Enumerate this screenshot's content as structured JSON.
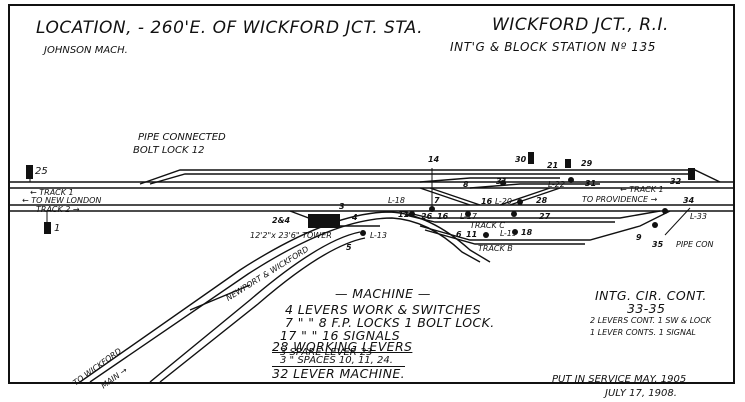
{
  "header": {
    "location": "LOCATION, - 260'E. OF WICKFORD JCT. STA.",
    "machine_maker": "JOHNSON MACH.",
    "station": "WICKFORD JCT., R.I.",
    "station_type": "INT'G & BLOCK STATION Nº 135"
  },
  "track_labels": {
    "pipe_connected": "PIPE CONNECTED",
    "bolt_lock": "BOLT LOCK 12",
    "track1_left": "← TRACK 1",
    "to_new_london": "← TO NEW LONDON",
    "track2_left": "TRACK 2 →",
    "track1_right": "← TRACK 1",
    "to_providence": "TO PROVIDENCE →",
    "tower": "12'2\"x 23'6\" TOWER",
    "track_c": "TRACK C",
    "track_b": "TRACK B",
    "newport": "NEWPORT & WICKFORD",
    "to_wickford": "TO WICKFORD",
    "main": "MAIN →",
    "pipe_con": "PIPE CON"
  },
  "signal_numbers": {
    "s25": "25",
    "s1": "1",
    "s3": "3",
    "s4": "4",
    "s5": "5",
    "s2_4": "2&4",
    "s14": "14",
    "s30": "30",
    "s21": "21",
    "s29": "29",
    "s8": "8",
    "s31a": "31",
    "s31b": "31",
    "s32": "32",
    "l22": "L-22",
    "l20": "L-20",
    "s28": "28",
    "l18": "L-18",
    "s7": "7",
    "s26": "26",
    "s16a": "16",
    "s16b": "16",
    "l17": "L-17",
    "s27": "27",
    "l13": "L-13",
    "l33": "L-33",
    "s34": "34",
    "s9": "9",
    "s35": "35",
    "s6": "6",
    "s11": "11",
    "l19": "L-19",
    "s18": "18",
    "s11b": "11"
  },
  "machine": {
    "title": "— MACHINE —",
    "line1": "4 LEVERS WORK & SWITCHES",
    "line2": "7    \"      \"    8 F.P. LOCKS 1 BOLT LOCK.",
    "line3": "17   \"      \"    16 SIGNALS",
    "line4": "28 WORKING LEVERS",
    "line5": "3  SPARE LEVER  23",
    "line6": "3   \"   SPACES 10, 11, 24.",
    "line7": "32 LEVER MACHINE."
  },
  "intg": {
    "title": "INTG. CIR. CONT.",
    "range": "33-35",
    "line1": "2 LEVERS CONT. 1 SW & LOCK",
    "line2": "1 LEVER CONTS. 1 SIGNAL"
  },
  "service": {
    "line1": "PUT IN SERVICE MAY, 1905",
    "line2": "JULY 17, 1908."
  }
}
